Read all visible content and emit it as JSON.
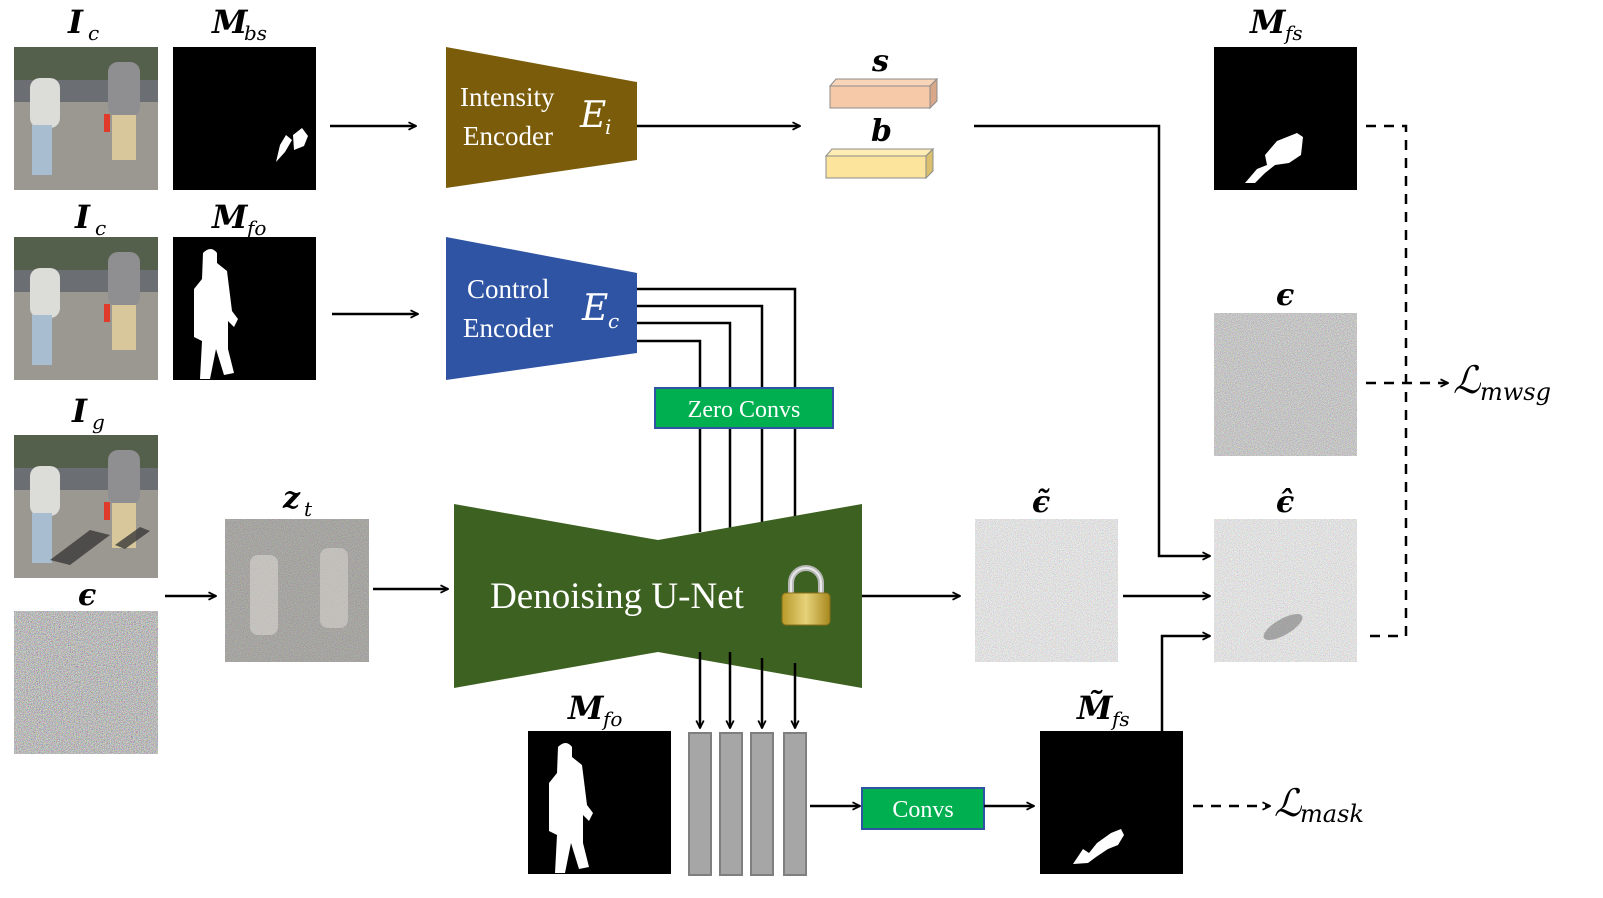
{
  "labels": {
    "I_c_top": {
      "base": "I",
      "sub": "c"
    },
    "M_bs": {
      "base": "M",
      "sub": "bs"
    },
    "I_c_mid": {
      "base": "I",
      "sub": "c"
    },
    "M_fo_top": {
      "base": "M",
      "sub": "fo"
    },
    "I_g": {
      "base": "I",
      "sub": "g"
    },
    "eps_input": {
      "base": "ϵ"
    },
    "z_t": {
      "base": "z",
      "sub": "t"
    },
    "s": {
      "base": "s"
    },
    "b": {
      "base": "b"
    },
    "M_fs_gt": {
      "base": "M",
      "sub": "fs",
      "accent": "‥"
    },
    "eps_target": {
      "base": "ϵ"
    },
    "eps_tilde": {
      "base": "ϵ̃"
    },
    "eps_hat": {
      "base": "ϵ̂"
    },
    "M_fo_bottom": {
      "base": "M",
      "sub": "fo"
    },
    "M_fs_pred": {
      "base": "M̃",
      "sub": "fs"
    }
  },
  "blocks": {
    "intensity_encoder": {
      "line1": "Intensity",
      "line2": "Encoder",
      "symbol": "E",
      "symbol_sub": "i",
      "color": "#7a5c0a"
    },
    "control_encoder": {
      "line1": "Control",
      "line2": "Encoder",
      "symbol": "E",
      "symbol_sub": "c",
      "color": "#2f54a4"
    },
    "zero_convs": {
      "label": "Zero Convs",
      "color": "#00b050",
      "border": "#2f54a4"
    },
    "unet": {
      "label": "Denoising U-Net",
      "color": "#3d6120",
      "lock_icon": "padlock-icon"
    },
    "convs": {
      "label": "Convs",
      "color": "#00b050",
      "border": "#2f54a4"
    }
  },
  "features": {
    "s_color": "#f6c9a8",
    "b_color": "#fde49c"
  },
  "losses": {
    "mwsg": {
      "symbol": "ℒ",
      "sub": "mwsg"
    },
    "mask": {
      "symbol": "ℒ",
      "sub": "mask"
    }
  }
}
